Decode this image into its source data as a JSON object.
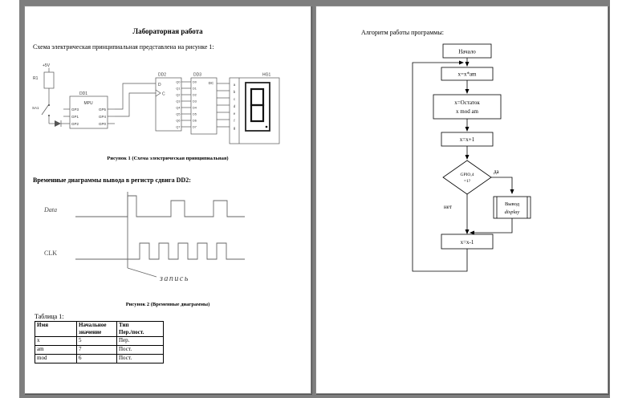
{
  "doc": {
    "left": {
      "title": "Лабораторная работа",
      "intro": "Схема электрическая принципиальная представлена на рисунке 1:",
      "fig1_caption": "Рисунок 1 (Схема электрическая принципиальная)",
      "timing_intro": "Временные диаграммы вывода в регистр сдвига DD2:",
      "fig2_caption": "Рисунок 2 (Временные диаграммы)",
      "table_label": "Таблица 1:"
    },
    "schematic": {
      "power_label": "+5V",
      "resistor_label": "R1",
      "switch_label": "SA1",
      "dd1_label": "DD1",
      "dd1_title": "MPU",
      "dd1_left_pins": [
        "GP3",
        "GP1",
        "GP2"
      ],
      "dd1_right_pins": [
        "GP5",
        "GP4",
        "GP0"
      ],
      "dd2_label": "DD2",
      "dd2_in_d": "D",
      "dd2_in_c": "C",
      "dd2_outputs": [
        "Q0",
        "Q1",
        "Q2",
        "Q3",
        "Q4",
        "Q5",
        "Q6",
        "Q7"
      ],
      "dd3_label": "DD3",
      "dd3_type": "DC",
      "dd3_inputs": [
        "D0",
        "D1",
        "D2",
        "D3",
        "D4",
        "D5",
        "D6",
        "D7"
      ],
      "seg_pins": [
        "a",
        "b",
        "c",
        "d",
        "e",
        "f",
        "g"
      ],
      "display_label": "HG1"
    },
    "timing": {
      "data_label": "Data",
      "clk_label": "CLK",
      "write_label": "запись"
    },
    "table": {
      "col1": "Имя",
      "col2": "Начальное\nзначение",
      "col3": "Тип\nПер./пост.",
      "rows": [
        {
          "name": "x",
          "value": "5",
          "type": "Пер."
        },
        {
          "name": "am",
          "value": "7",
          "type": "Пост."
        },
        {
          "name": "mod",
          "value": "6",
          "type": "Пост."
        }
      ]
    },
    "right": {
      "heading": "Алгоритм работы программы:"
    },
    "flowchart": {
      "start": "Начало",
      "step1": "x=x*am",
      "step2a": "x=Остаток",
      "step2b": "x mod am",
      "step3": "x=x+1",
      "dec1": "GPIO,4",
      "dec2": "=1?",
      "yes": "да",
      "no": "нет",
      "out1": "Вывод",
      "out2": "display",
      "step4": "x=x-1"
    }
  }
}
